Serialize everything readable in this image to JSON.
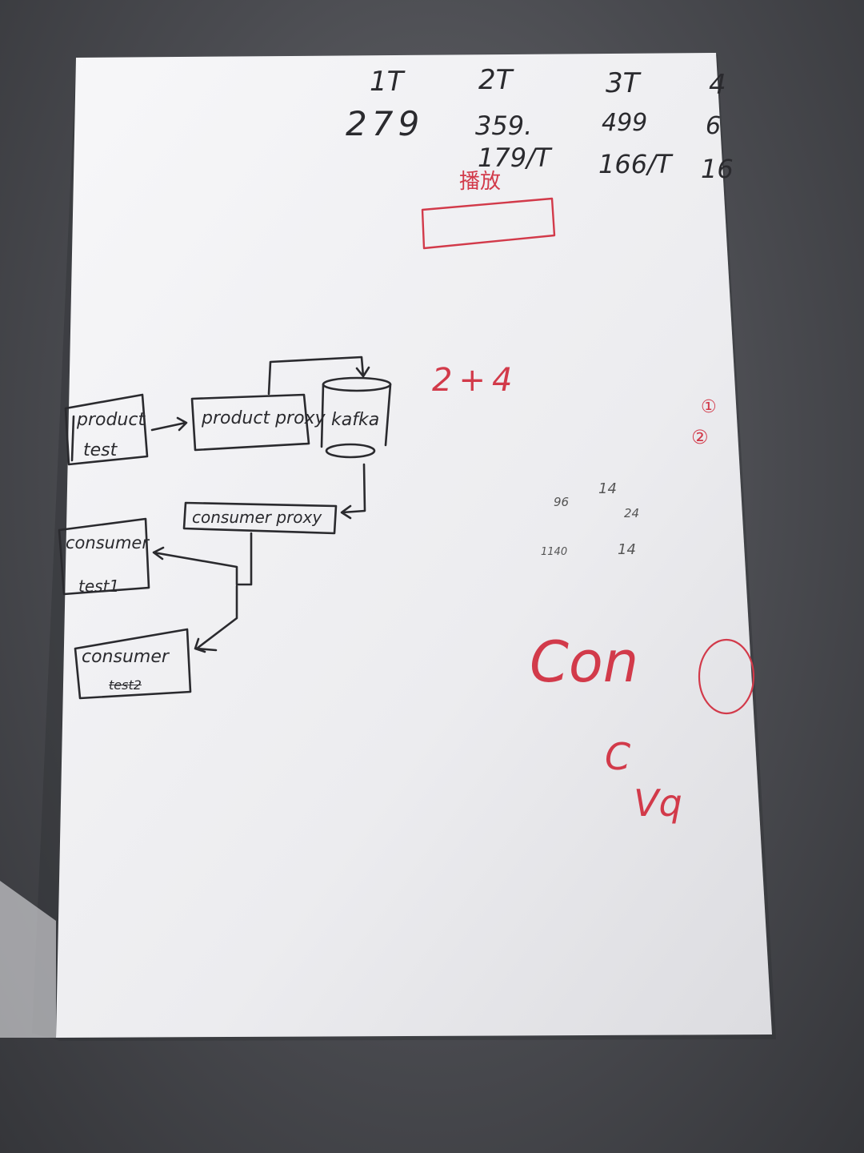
{
  "table": {
    "headers": [
      "1T",
      "2T",
      "3T",
      "4"
    ],
    "row1": [
      "279",
      "359.",
      "499",
      "6"
    ],
    "row2": [
      "179/T",
      "166/T",
      "16"
    ]
  },
  "red_notes": {
    "boxed_label": "播放",
    "sum": "2+4",
    "circle_1": "①",
    "circle_2": "②",
    "con": "Con",
    "c": "C",
    "vq": "Vq"
  },
  "small_numbers": [
    "96",
    "14",
    "24",
    "1140",
    "14"
  ],
  "diagram": {
    "product_test": [
      "product",
      "test"
    ],
    "product_proxy": "product proxy",
    "kafka": "kafka",
    "consumer_proxy": "consumer proxy",
    "consumer_test1": [
      "consumer",
      "test1"
    ],
    "consumer_test2": [
      "consumer",
      "test2"
    ]
  },
  "colors": {
    "ink": "#2a2a2e",
    "red_ink": "#d23a4a",
    "paper": "#f2f2f4"
  }
}
